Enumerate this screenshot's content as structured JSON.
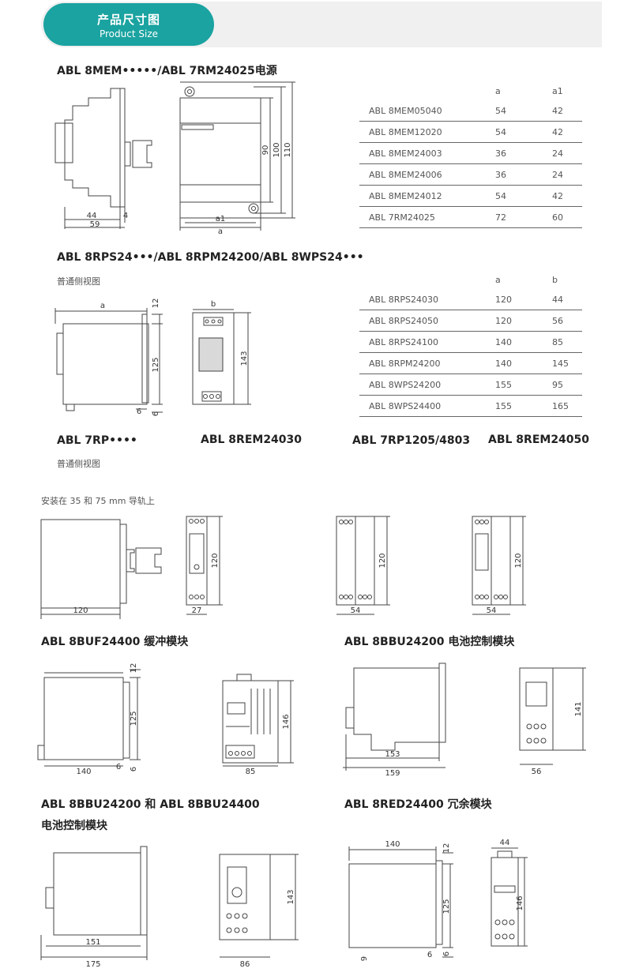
{
  "header": {
    "title_cn": "产品尺寸图",
    "title_en": "Product Size"
  },
  "s1": {
    "title": "ABL 8MEM•••••/ABL 7RM24025电源",
    "col_a": "a",
    "col_a1": "a1",
    "rows": [
      [
        "ABL 8MEM05040",
        "54",
        "42"
      ],
      [
        "ABL 8MEM12020",
        "54",
        "42"
      ],
      [
        "ABL 8MEM24003",
        "36",
        "24"
      ],
      [
        "ABL 8MEM24006",
        "36",
        "24"
      ],
      [
        "ABL 8MEM24012",
        "54",
        "42"
      ],
      [
        "ABL 7RM24025",
        "72",
        "60"
      ]
    ],
    "dims": {
      "d44": "44",
      "d4": "4",
      "d59": "59",
      "d90": "90",
      "d100": "100",
      "d110": "110",
      "da1": "a1",
      "da": "a"
    }
  },
  "s2": {
    "title": "ABL 8RPS24•••/ABL 8RPM24200/ABL 8WPS24•••",
    "sub": "普通侧视图",
    "col_a": "a",
    "col_b": "b",
    "rows": [
      [
        "ABL 8RPS24030",
        "120",
        "44"
      ],
      [
        "ABL 8RPS24050",
        "120",
        "56"
      ],
      [
        "ABL 8RPS24100",
        "140",
        "85"
      ],
      [
        "ABL 8RPM24200",
        "140",
        "145"
      ],
      [
        "ABL 8WPS24200",
        "155",
        "95"
      ],
      [
        "ABL 8WPS24400",
        "155",
        "165"
      ]
    ],
    "dims": {
      "da": "a",
      "d12": "12",
      "d125": "125",
      "d6a": "6",
      "d6b": "6",
      "db": "b",
      "d143": "143"
    }
  },
  "s3": {
    "t1": "ABL 7RP••••",
    "t2": "ABL 8REM24030",
    "t3": "ABL 7RP1205/4803",
    "t4": "ABL 8REM24050",
    "sub": "普通侧视图",
    "rail": "安装在 35 和 75 mm 导轨上",
    "dims": {
      "d120w": "120",
      "d27": "27",
      "d120a": "120",
      "d54a": "54",
      "d120b": "120",
      "d54b": "54",
      "d120c": "120"
    }
  },
  "s4": {
    "t1": "ABL 8BUF24400 缓冲模块",
    "t2": "ABL 8BBU24200 电池控制模块",
    "dims": {
      "d12": "12",
      "d125": "125",
      "d140": "140",
      "d6a": "6",
      "d6b": "6",
      "d146": "146",
      "d85": "85",
      "d153": "153",
      "d159": "159",
      "d141": "141",
      "d56": "56"
    }
  },
  "s5": {
    "t1a": "ABL 8BBU24200 和 ABL 8BBU24400",
    "t1b": "电池控制模块",
    "t2": "ABL 8RED24400 冗余模块",
    "dims": {
      "d151": "151",
      "d175": "175",
      "d143": "143",
      "d86": "86",
      "d140": "140",
      "d12": "12",
      "d125": "125",
      "d6a": "6",
      "d9": "9",
      "d6b": "6",
      "d44": "44",
      "d146": "146"
    }
  }
}
